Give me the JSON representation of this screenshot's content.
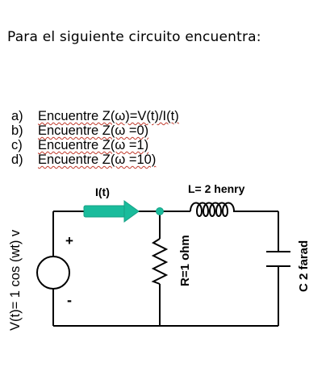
{
  "heading": "Para el siguiente circuito encuentra:",
  "questions": [
    {
      "letter": "a)",
      "text": "Encuentre Z(ω)=V(t)/I(t)"
    },
    {
      "letter": "b)",
      "text": "Encuentre Z(ω =0)"
    },
    {
      "letter": "c)",
      "text": "Encuentre Z(ω =1)"
    },
    {
      "letter": "d)",
      "text": "Encuentre Z(ω =10)"
    }
  ],
  "circuit": {
    "current_label": "I(t)",
    "inductor_label": "L= 2 henry",
    "resistor_label": "R=1 ohm",
    "capacitor_label": "C 2  farad",
    "source_label": "V(t)= 1 cos (wt) v",
    "plus": "+",
    "minus": "-",
    "arrow_color": "#1abc9c",
    "node_color": "#1abc9c"
  }
}
